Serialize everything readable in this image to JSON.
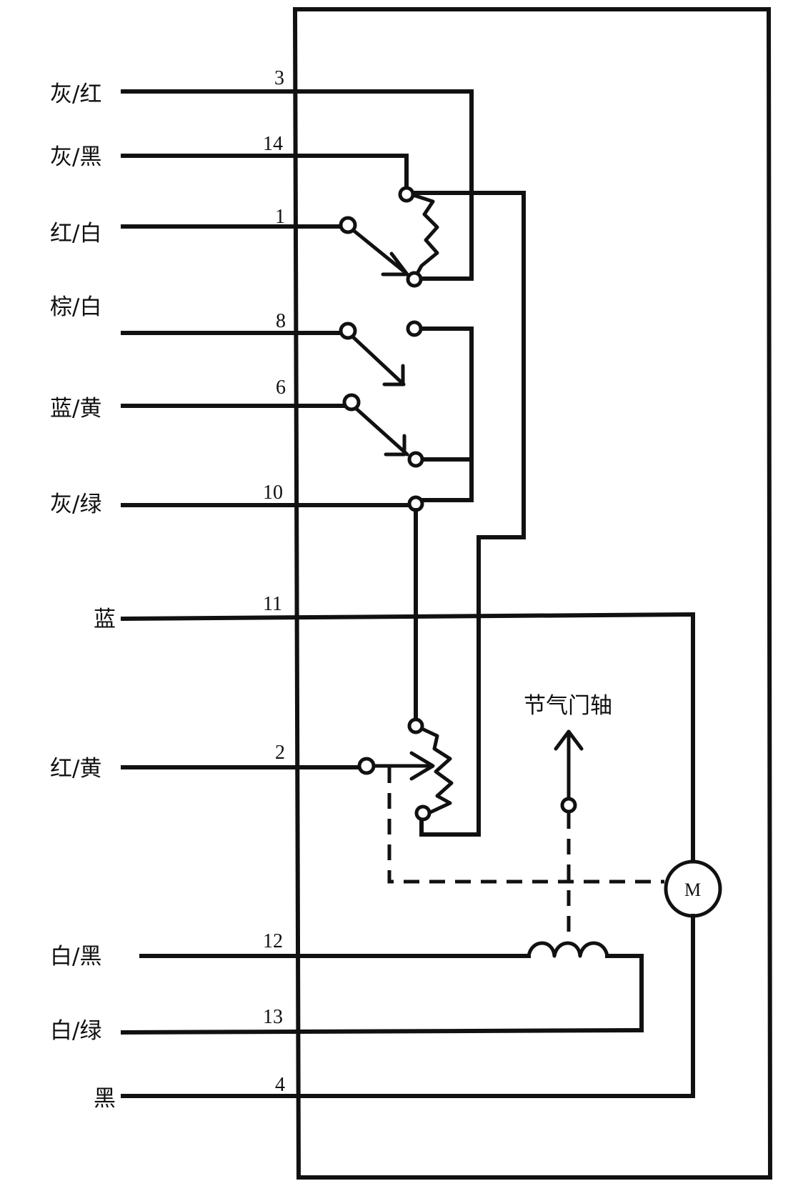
{
  "wires": [
    {
      "id": "w3",
      "label": "灰/红",
      "pin": "3"
    },
    {
      "id": "w14",
      "label": "灰/黑",
      "pin": "14"
    },
    {
      "id": "w1",
      "label": "红/白",
      "pin": "1"
    },
    {
      "id": "w8",
      "label": "棕/白",
      "pin": "8"
    },
    {
      "id": "w6",
      "label": "蓝/黄",
      "pin": "6"
    },
    {
      "id": "w10",
      "label": "灰/绿",
      "pin": "10"
    },
    {
      "id": "w11",
      "label": "蓝",
      "pin": "11"
    },
    {
      "id": "w2",
      "label": "红/黄",
      "pin": "2"
    },
    {
      "id": "w12",
      "label": "白/黑",
      "pin": "12"
    },
    {
      "id": "w13",
      "label": "白/绿",
      "pin": "13"
    },
    {
      "id": "w4",
      "label": "黑",
      "pin": "4"
    }
  ],
  "throttle_label": "节气门轴",
  "motor_label": "M"
}
